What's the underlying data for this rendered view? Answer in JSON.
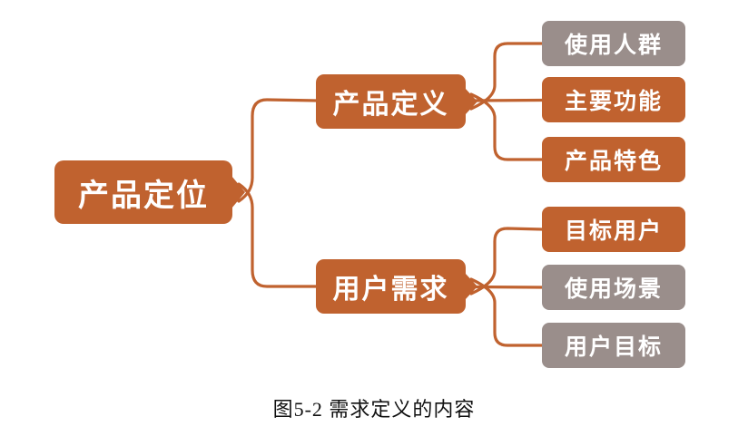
{
  "diagram": {
    "root": {
      "label": "产品定位",
      "variant": "orange"
    },
    "branches": [
      {
        "label": "产品定义",
        "variant": "orange",
        "children": [
          {
            "label": "使用人群",
            "variant": "gray"
          },
          {
            "label": "主要功能",
            "variant": "orange"
          },
          {
            "label": "产品特色",
            "variant": "orange"
          }
        ]
      },
      {
        "label": "用户需求",
        "variant": "orange",
        "children": [
          {
            "label": "目标用户",
            "variant": "orange"
          },
          {
            "label": "使用场景",
            "variant": "gray"
          },
          {
            "label": "用户目标",
            "variant": "gray"
          }
        ]
      }
    ]
  },
  "caption": "图5-2 需求定义的内容",
  "colors": {
    "node_orange": "#C0622F",
    "node_gray": "#9A8E8B",
    "connector": "#C0622F",
    "node_text": "#FFFFFF",
    "caption_text": "#111111",
    "background": "#FFFFFF"
  }
}
